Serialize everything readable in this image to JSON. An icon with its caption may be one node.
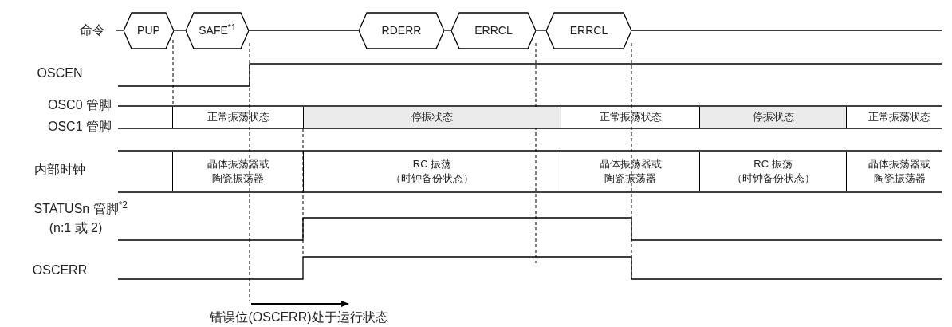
{
  "diagram": {
    "nodes": [
      {
        "text": [
          "PUP"
        ]
      },
      {
        "text": [
          "SAFE$^{*1}$"
        ]
      },
      {
        "text": [
          "RDERR"
        ]
      },
      {
        "text": [
          "ERRCL"
        ]
      },
      {
        "text": [
          "ERRCL"
        ]
      },
      {
        "text": [
          "正常振荡状态"
        ]
      },
      {
        "text": [
          "停振状态"
        ]
      },
      {
        "text": [
          "正常振荡状态"
        ]
      },
      {
        "text": [
          "停振状态"
        ]
      },
      {
        "text": [
          "正常振荡状态"
        ]
      },
      {
        "text": [
          "晶体振荡器或陶瓷振荡器"
        ]
      },
      {
        "text": [
          "RC 振荡",
          "（时钟备份状态）"
        ]
      },
      {
        "text": [
          "晶体振荡器或陶瓷振荡器"
        ]
      },
      {
        "text": [
          "RC 振荡",
          "（时钟备份状态）"
        ]
      },
      {
        "text": [
          "晶体振荡器或陶瓷振荡器"
        ]
      }
    ],
    "edges": [
      {
        "from": null,
        "to": 0,
        "arrow": "none"
      },
      {
        "from": 0,
        "to": 1,
        "arrow": "none"
      },
      {
        "from": 1,
        "to": 2,
        "arrow": "none"
      },
      {
        "from": 2,
        "to": 3,
        "arrow": "none"
      },
      {
        "from": 3,
        "to": 4,
        "arrow": "none"
      },
      {
        "from": 4,
        "to": null,
        "arrow": "none"
      }
    ],
    "labels": [
      "命令",
      "OSCEN",
      "OSC0 管脚",
      "OSC1 管脚",
      "内部时钟",
      "STATUSn 管脚$^{*2}$",
      "(n:1 或 2)",
      "OSCERR",
      "错误位(OSCERR)处于运行状态"
    ]
  }
}
